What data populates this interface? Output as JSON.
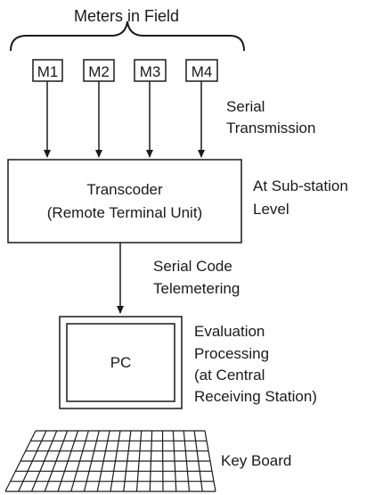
{
  "title": "Meters in Field",
  "meters": [
    "M1",
    "M2",
    "M3",
    "M4"
  ],
  "serial_transmission": [
    "Serial",
    "Transmission"
  ],
  "transcoder": [
    "Transcoder",
    "(Remote Terminal Unit)"
  ],
  "substation": [
    "At Sub-station",
    "Level"
  ],
  "telemetering": [
    "Serial Code",
    "Telemetering"
  ],
  "pc_label": "PC",
  "evaluation": [
    "Evaluation",
    "Processing",
    "(at Central",
    "Receiving Station)"
  ],
  "keyboard_label": "Key Board"
}
